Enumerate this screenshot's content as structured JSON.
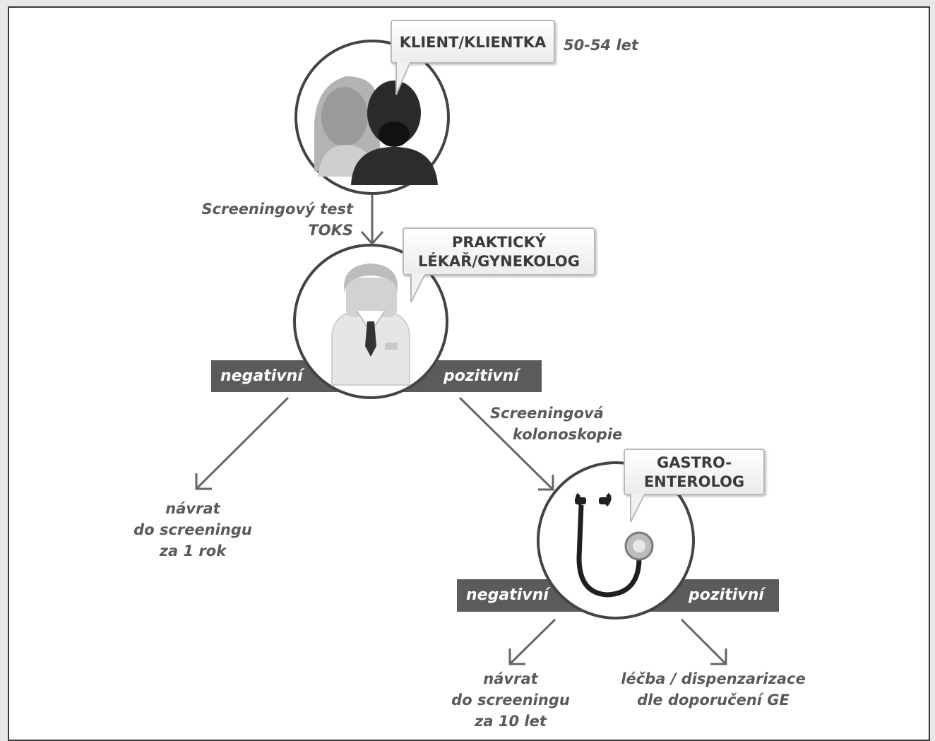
{
  "client": {
    "bubble_label": "KLIENT/KLIENTKA",
    "age_label": "50-54 let"
  },
  "step1": {
    "line1": "Screeningový test",
    "line2": "TOKS"
  },
  "gp": {
    "bubble_line1": "PRAKTICKÝ",
    "bubble_line2": "LÉKAŘ/GYNEKOLOG",
    "negative": "negativní",
    "positive": "pozitivní"
  },
  "gp_negative_outcome": {
    "line1": "návrat",
    "line2": "do screeningu",
    "line3": "za 1 rok"
  },
  "step2": {
    "line1": "Screeningová",
    "line2": "kolonoskopie"
  },
  "ge": {
    "bubble_line1": "GASTRO-",
    "bubble_line2": "ENTEROLOG",
    "negative": "negativní",
    "positive": "pozitivní"
  },
  "ge_negative_outcome": {
    "line1": "návrat",
    "line2": "do screeningu",
    "line3": "za 10 let"
  },
  "ge_positive_outcome": {
    "line1": "léčba / dispenzarizace",
    "line2": "dle doporučení GE"
  },
  "colors": {
    "bar": "#5b5b5b",
    "arrow": "#666666",
    "circle_border": "#444444"
  }
}
